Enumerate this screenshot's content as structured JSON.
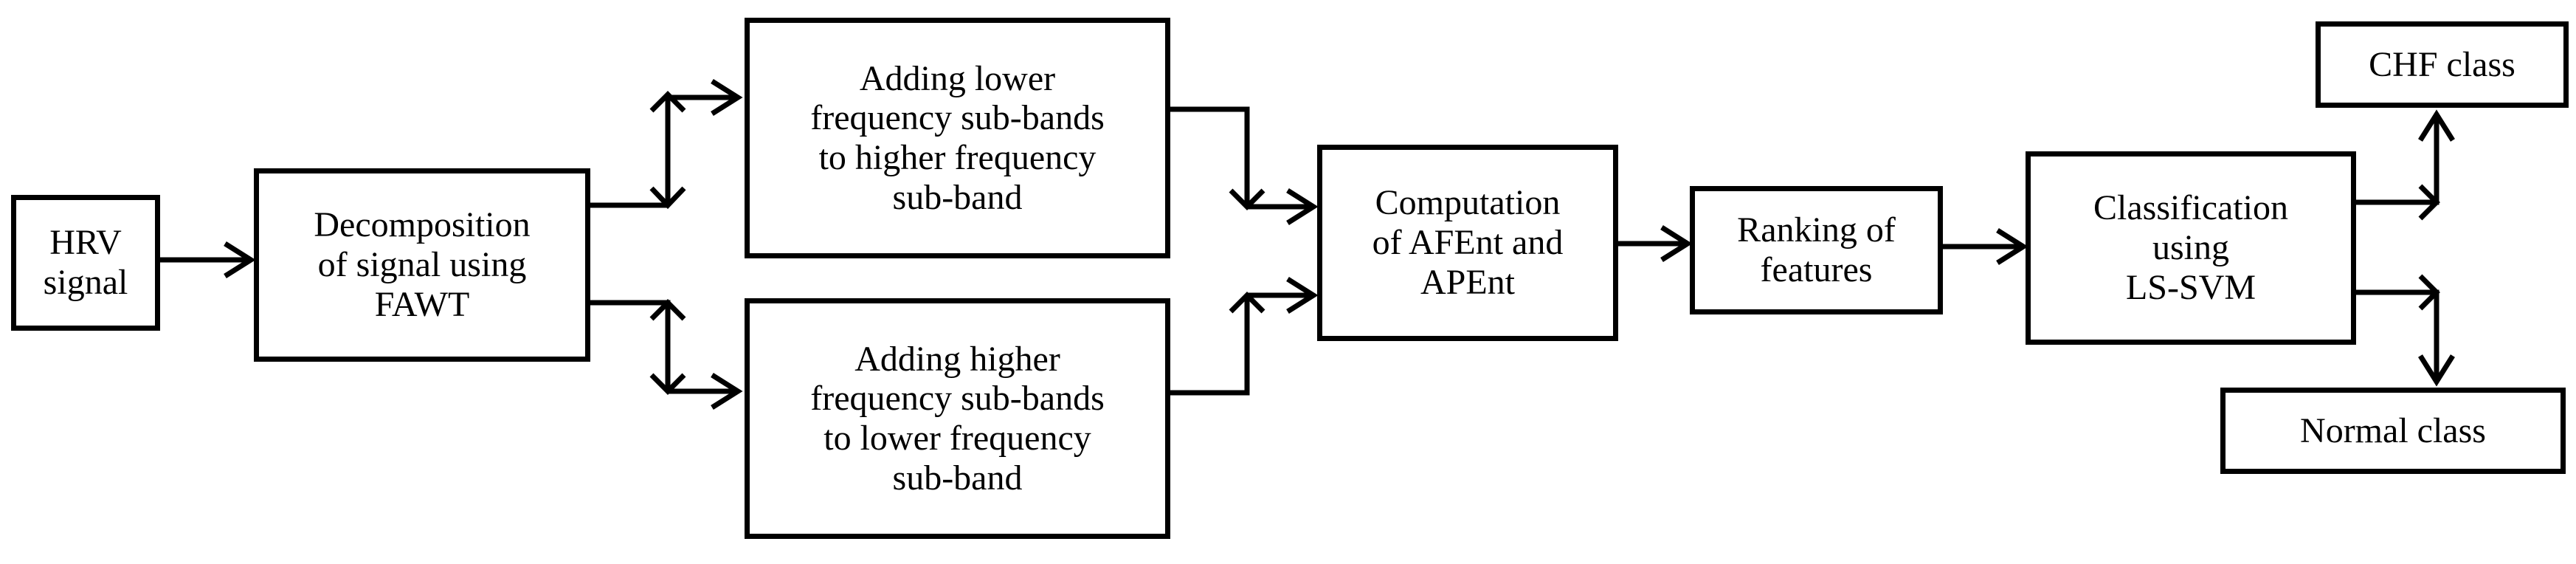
{
  "diagram": {
    "nodes": {
      "hrv": "HRV\nsignal",
      "decomposition": "Decomposition\nof signal using\nFAWT",
      "lower_to_higher": "Adding lower\nfrequency sub-bands\nto higher frequency\nsub-band",
      "higher_to_lower": "Adding higher\nfrequency sub-bands\nto lower frequency\nsub-band",
      "computation": "Computation\nof AFEnt and\nAPEnt",
      "ranking": "Ranking of\nfeatures",
      "classification": "Classification\nusing\nLS-SVM",
      "chf_class": "CHF class",
      "normal_class": "Normal class"
    },
    "edges": [
      {
        "from": "hrv",
        "to": "decomposition"
      },
      {
        "from": "decomposition",
        "to": "lower_to_higher"
      },
      {
        "from": "decomposition",
        "to": "higher_to_lower"
      },
      {
        "from": "lower_to_higher",
        "to": "computation"
      },
      {
        "from": "higher_to_lower",
        "to": "computation"
      },
      {
        "from": "computation",
        "to": "ranking"
      },
      {
        "from": "ranking",
        "to": "classification"
      },
      {
        "from": "classification",
        "to": "chf_class"
      },
      {
        "from": "classification",
        "to": "normal_class"
      }
    ],
    "colors": {
      "stroke": "#000000",
      "background": "#ffffff"
    }
  }
}
